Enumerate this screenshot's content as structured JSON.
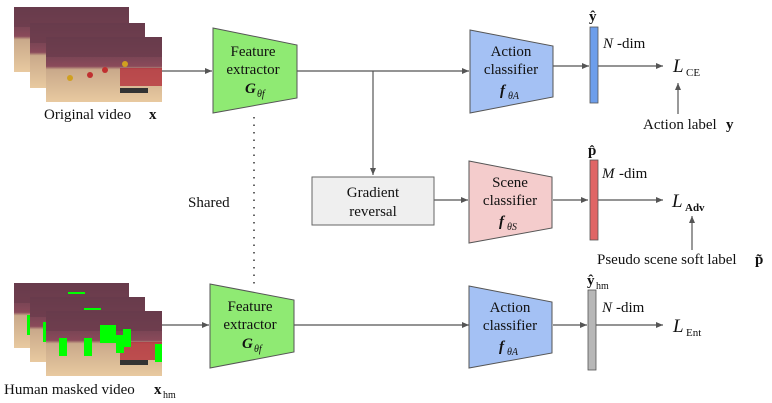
{
  "diagram": {
    "inputs": {
      "original": {
        "label": "Original video",
        "symbol": "x"
      },
      "masked": {
        "label": "Human masked video",
        "symbol": "x",
        "subscript": "hm"
      }
    },
    "shared_label": "Shared",
    "feature_extractor": {
      "line1": "Feature",
      "line2": "extractor",
      "symbol": "G",
      "subscript": "θf",
      "color": "#8fea73"
    },
    "action_classifier": {
      "line1": "Action",
      "line2": "classifier",
      "symbol": "f",
      "subscript": "θA",
      "color": "#a4c1f4"
    },
    "scene_classifier": {
      "line1": "Scene",
      "line2": "classifier",
      "symbol": "f",
      "subscript": "θS",
      "color": "#f4cccc"
    },
    "gradient_reversal": {
      "line1": "Gradient",
      "line2": "reversal",
      "color": "#efefef"
    },
    "outputs": {
      "action": {
        "symbol": "ŷ",
        "dim_var": "N",
        "dim_suffix": "-dim",
        "color": "#6d9eeb"
      },
      "scene": {
        "symbol": "p̂",
        "dim_var": "M",
        "dim_suffix": "-dim",
        "color": "#e06666"
      },
      "masked": {
        "symbol": "ŷ",
        "subscript": "hm",
        "dim_var": "N",
        "dim_suffix": "-dim",
        "color": "#b7b7b7"
      }
    },
    "losses": {
      "ce": {
        "symbol": "L",
        "subscript": "CE"
      },
      "adv": {
        "symbol": "L",
        "subscript": "Adv"
      },
      "ent": {
        "symbol": "L",
        "subscript": "Ent"
      }
    },
    "labels": {
      "action_label": {
        "text": "Action label",
        "symbol": "y"
      },
      "scene_label": {
        "text": "Pseudo scene soft label",
        "symbol": "p̃"
      }
    }
  }
}
